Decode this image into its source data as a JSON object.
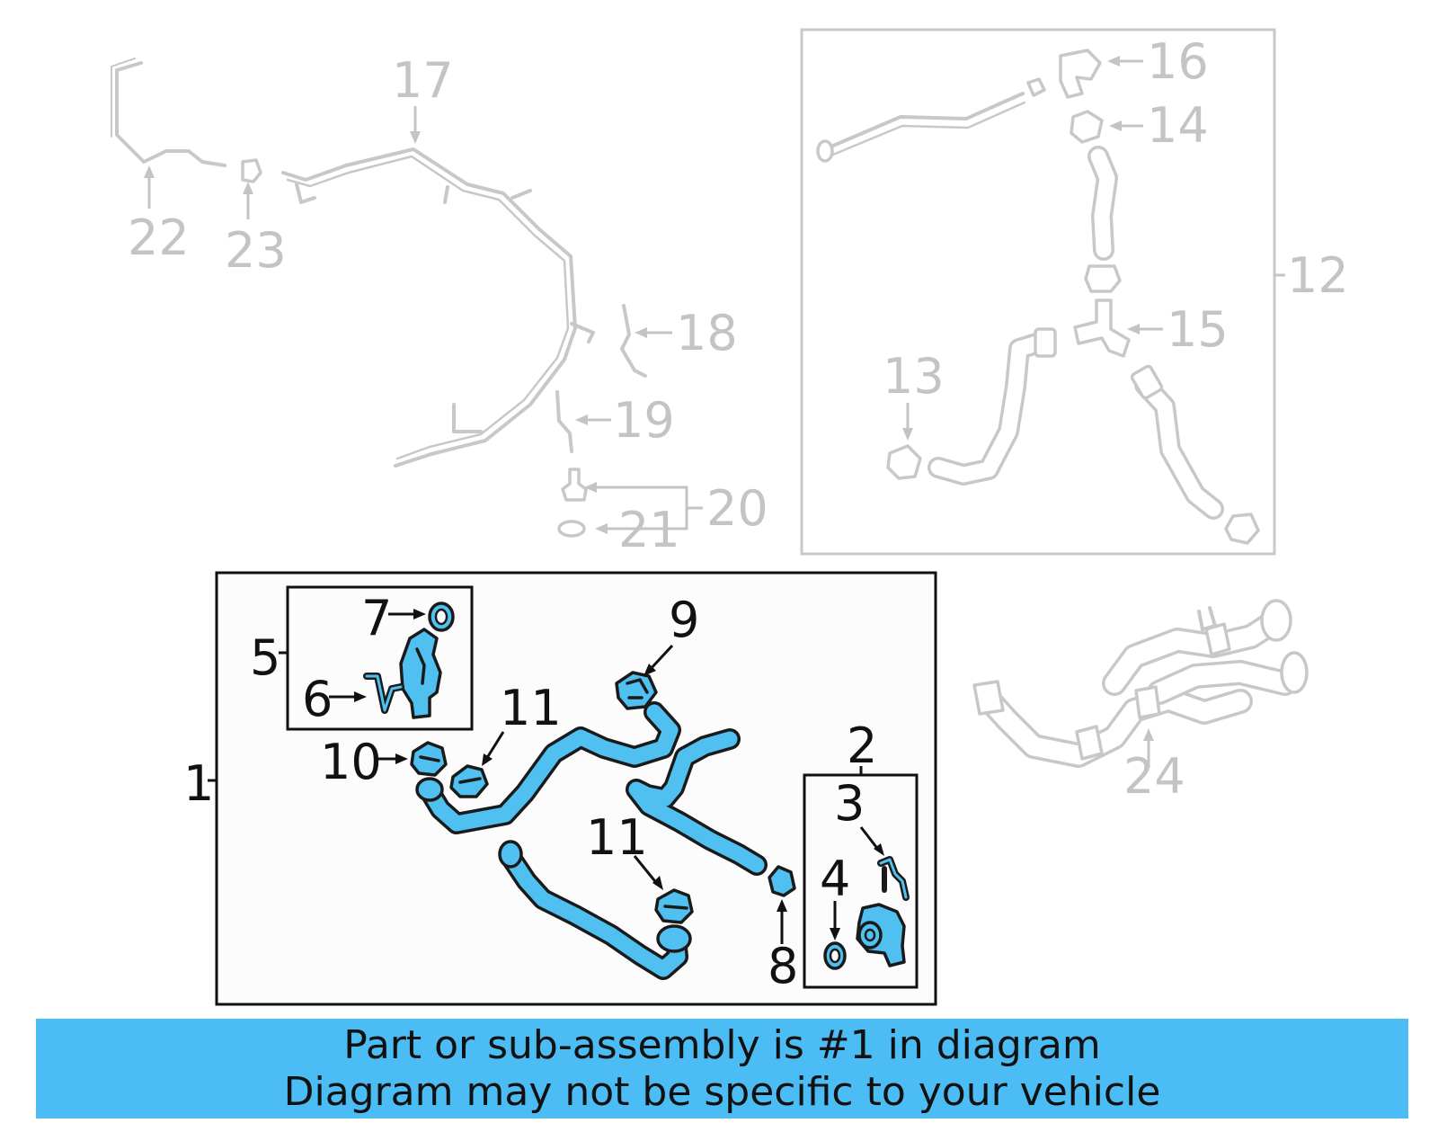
{
  "diagram": {
    "labels": {
      "p1": "1",
      "p2": "2",
      "p3": "3",
      "p4": "4",
      "p5": "5",
      "p6": "6",
      "p7": "7",
      "p8": "8",
      "p9": "9",
      "p10": "10",
      "p11a": "11",
      "p11b": "11",
      "p12": "12",
      "p13": "13",
      "p14": "14",
      "p15": "15",
      "p16": "16",
      "p17": "17",
      "p18": "18",
      "p19": "19",
      "p20": "20",
      "p21": "21",
      "p22": "22",
      "p23": "23",
      "p24": "24"
    },
    "highlight_color": "#4fc0f0",
    "outline_color": "#1a1a1a",
    "ghost_color": "#c8c8c8"
  },
  "banner": {
    "line1": "Part or sub-assembly is #1 in diagram",
    "line2": "Diagram may not be specific to your vehicle",
    "color": "#4bbcf4"
  }
}
